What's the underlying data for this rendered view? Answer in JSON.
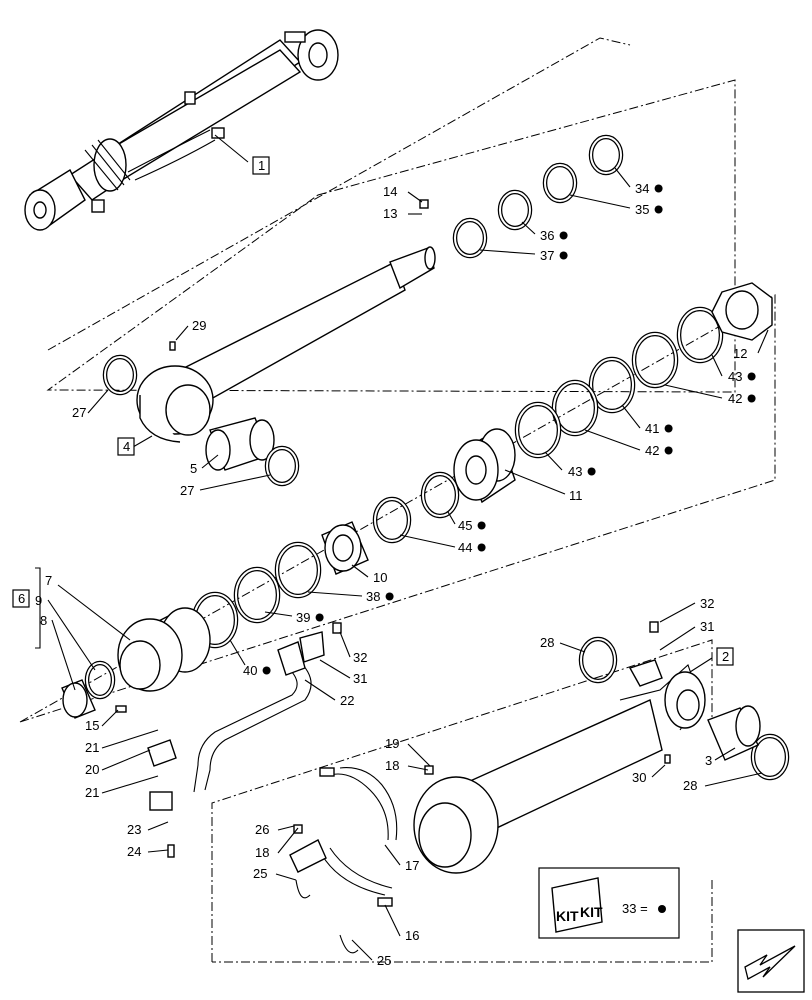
{
  "legend": {
    "kit_text": "33 =",
    "kit_label": "KIT"
  },
  "callouts": [
    {
      "id": "1",
      "text": "1",
      "boxed": true,
      "kit": false
    },
    {
      "id": "2",
      "text": "2",
      "boxed": true,
      "kit": false
    },
    {
      "id": "3",
      "text": "3",
      "boxed": false,
      "kit": false
    },
    {
      "id": "4",
      "text": "4",
      "boxed": true,
      "kit": false
    },
    {
      "id": "5",
      "text": "5",
      "boxed": false,
      "kit": false
    },
    {
      "id": "6",
      "text": "6",
      "boxed": true,
      "kit": false
    },
    {
      "id": "7",
      "text": "7",
      "boxed": false,
      "kit": false
    },
    {
      "id": "8",
      "text": "8",
      "boxed": false,
      "kit": false
    },
    {
      "id": "9",
      "text": "9",
      "boxed": false,
      "kit": false
    },
    {
      "id": "10",
      "text": "10",
      "boxed": false,
      "kit": false
    },
    {
      "id": "11",
      "text": "11",
      "boxed": false,
      "kit": false
    },
    {
      "id": "12",
      "text": "12",
      "boxed": false,
      "kit": false
    },
    {
      "id": "13",
      "text": "13",
      "boxed": false,
      "kit": false
    },
    {
      "id": "14",
      "text": "14",
      "boxed": false,
      "kit": false
    },
    {
      "id": "15",
      "text": "15",
      "boxed": false,
      "kit": false
    },
    {
      "id": "16",
      "text": "16",
      "boxed": false,
      "kit": false
    },
    {
      "id": "17",
      "text": "17",
      "boxed": false,
      "kit": false
    },
    {
      "id": "18a",
      "text": "18",
      "boxed": false,
      "kit": false
    },
    {
      "id": "18b",
      "text": "18",
      "boxed": false,
      "kit": false
    },
    {
      "id": "19",
      "text": "19",
      "boxed": false,
      "kit": false
    },
    {
      "id": "20",
      "text": "20",
      "boxed": false,
      "kit": false
    },
    {
      "id": "21a",
      "text": "21",
      "boxed": false,
      "kit": false
    },
    {
      "id": "21b",
      "text": "21",
      "boxed": false,
      "kit": false
    },
    {
      "id": "22",
      "text": "22",
      "boxed": false,
      "kit": false
    },
    {
      "id": "23",
      "text": "23",
      "boxed": false,
      "kit": false
    },
    {
      "id": "24",
      "text": "24",
      "boxed": false,
      "kit": false
    },
    {
      "id": "25a",
      "text": "25",
      "boxed": false,
      "kit": false
    },
    {
      "id": "25b",
      "text": "25",
      "boxed": false,
      "kit": false
    },
    {
      "id": "26",
      "text": "26",
      "boxed": false,
      "kit": false
    },
    {
      "id": "27a",
      "text": "27",
      "boxed": false,
      "kit": false
    },
    {
      "id": "27b",
      "text": "27",
      "boxed": false,
      "kit": false
    },
    {
      "id": "28a",
      "text": "28",
      "boxed": false,
      "kit": false
    },
    {
      "id": "28b",
      "text": "28",
      "boxed": false,
      "kit": false
    },
    {
      "id": "29",
      "text": "29",
      "boxed": false,
      "kit": false
    },
    {
      "id": "30",
      "text": "30",
      "boxed": false,
      "kit": false
    },
    {
      "id": "31a",
      "text": "31",
      "boxed": false,
      "kit": false
    },
    {
      "id": "31b",
      "text": "31",
      "boxed": false,
      "kit": false
    },
    {
      "id": "32a",
      "text": "32",
      "boxed": false,
      "kit": false
    },
    {
      "id": "32b",
      "text": "32",
      "boxed": false,
      "kit": false
    },
    {
      "id": "34",
      "text": "34",
      "boxed": false,
      "kit": true
    },
    {
      "id": "35",
      "text": "35",
      "boxed": false,
      "kit": true
    },
    {
      "id": "36",
      "text": "36",
      "boxed": false,
      "kit": true
    },
    {
      "id": "37",
      "text": "37",
      "boxed": false,
      "kit": true
    },
    {
      "id": "38",
      "text": "38",
      "boxed": false,
      "kit": true
    },
    {
      "id": "39",
      "text": "39",
      "boxed": false,
      "kit": true
    },
    {
      "id": "40",
      "text": "40",
      "boxed": false,
      "kit": true
    },
    {
      "id": "41",
      "text": "41",
      "boxed": false,
      "kit": true
    },
    {
      "id": "42a",
      "text": "42",
      "boxed": false,
      "kit": true
    },
    {
      "id": "42b",
      "text": "42",
      "boxed": false,
      "kit": true
    },
    {
      "id": "43a",
      "text": "43",
      "boxed": false,
      "kit": true
    },
    {
      "id": "43b",
      "text": "43",
      "boxed": false,
      "kit": true
    },
    {
      "id": "44",
      "text": "44",
      "boxed": false,
      "kit": true
    },
    {
      "id": "45",
      "text": "45",
      "boxed": false,
      "kit": true
    }
  ]
}
